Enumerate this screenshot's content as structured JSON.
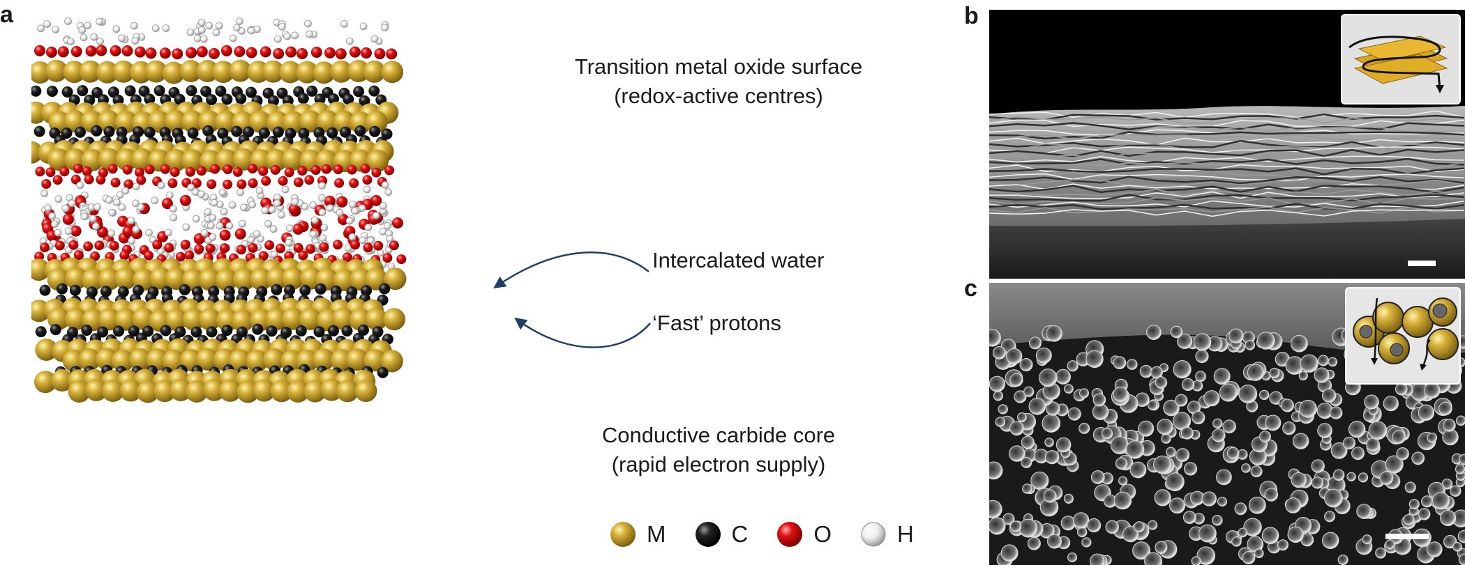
{
  "panels": {
    "a": "a",
    "b": "b",
    "c": "c"
  },
  "labels": {
    "surface_line1": "Transition metal oxide surface",
    "surface_line2": "(redox-active centres)",
    "water": "Intercalated water",
    "protons": "‘Fast’ protons",
    "core_line1": "Conductive carbide core",
    "core_line2": "(rapid electron supply)"
  },
  "legend": [
    {
      "key": "M",
      "label": "M",
      "color": "#c9a528"
    },
    {
      "key": "C",
      "label": "C",
      "color": "#111111"
    },
    {
      "key": "O",
      "label": "O",
      "color": "#e01010"
    },
    {
      "key": "H",
      "label": "H",
      "color": "#f2f2f2"
    }
  ]
}
